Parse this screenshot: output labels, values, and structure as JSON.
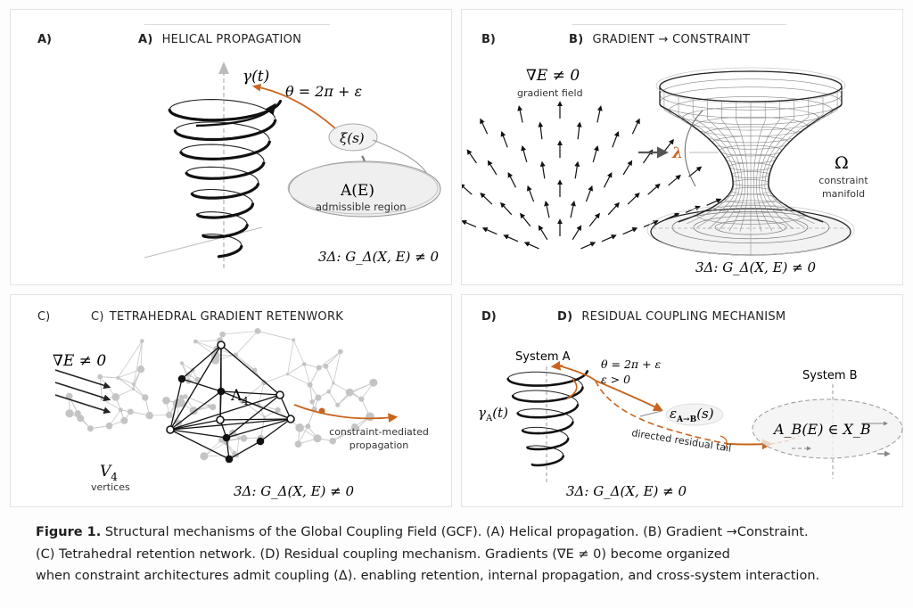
{
  "colors": {
    "accent": "#c8641e",
    "ink": "#111111",
    "grey": "#9a9a9a",
    "light_fill": "#efefef",
    "node_grey": "#bdbdbd"
  },
  "panels": {
    "A": {
      "corner_label": "A)",
      "title_prefix": "A)",
      "title": "HELICAL PROPAGATION",
      "curve_label": "γ(t)",
      "angle_label": "θ = 2π + ε",
      "xi_label": "ξ(s)",
      "region_label": "A(E)",
      "region_caption": "admissible region",
      "condition": "3Δ: G_Δ(X, E) ≠ 0"
    },
    "B": {
      "corner_label": "B)",
      "title_prefix": "B)",
      "title": "GRADIENT → CONSTRAINT",
      "gradient_label": "∇E ≠ 0",
      "gradient_caption": "gradient field",
      "lambda_label": "λ",
      "omega_label": "Ω",
      "manifold_caption_1": "constraint",
      "manifold_caption_2": "manifold",
      "condition": "3Δ: G_Δ(X, E) ≠ 0"
    },
    "C": {
      "corner_label": "C)",
      "title_prefix": "C)",
      "title": "TETRAHEDRAL GRADIENT RETENWORK",
      "gradient_label": "∇E ≠ 0",
      "lambda_label": "Λ",
      "lambda_sub": "4",
      "vertex_label": "V",
      "vertex_sub": "4",
      "vertex_caption": "vertices",
      "propagation_caption_1": "constraint-mediated",
      "propagation_caption_2": "propagation",
      "condition": "3Δ: G_Δ(X, E) ≠ 0"
    },
    "D": {
      "corner_label": "D)",
      "title_prefix": "D)",
      "title": "RESIDUAL COUPLING MECHANISM",
      "system_a": "System A",
      "system_b": "System B",
      "angle_label": "θ = 2π + ε",
      "epsilon_label": "ε > 0",
      "gamma_label": "γ",
      "gamma_sub": "A",
      "gamma_arg": "(t)",
      "coupling_label": "ε",
      "coupling_sub": "A→B",
      "coupling_arg": "(s)",
      "tail_caption": "directed residual tail",
      "region_label": "A_B(E) ∈ X_B",
      "condition": "3Δ: G_Δ(X, E) ≠ 0"
    }
  },
  "caption": {
    "figure_label": "Figure 1.",
    "line1": " Structural mechanisms of the Global Coupling Field (GCF). (A) Helical propagation. (B) Gradient →Constraint.",
    "line2": "(C) Tetrahedral retention network. (D) Residual coupling mechanism. Gradients (∇E ≠ 0) become organized",
    "line3": "when constraint architectures admit coupling (Δ). enabling retention, internal propagation, and cross-system interaction."
  }
}
